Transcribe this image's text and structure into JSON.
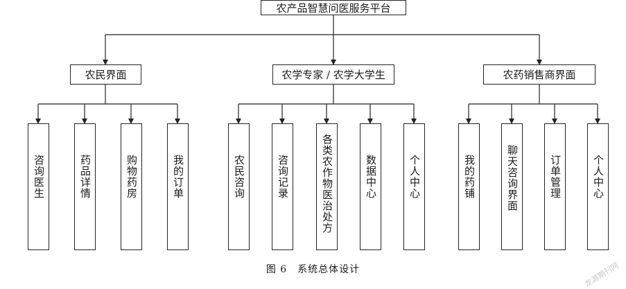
{
  "root": {
    "label": "农产品智慧问医服务平台"
  },
  "groups": [
    {
      "label": "农民界面",
      "children": [
        "咨询医生",
        "药品详情",
        "购物药房",
        "我的订单"
      ]
    },
    {
      "label": "农学专家 / 农学大学生",
      "children": [
        "农民咨询",
        "咨询记录",
        "各类农作物医治处方",
        "数据中心",
        "个人中心"
      ]
    },
    {
      "label": "农药销售商界面",
      "children": [
        "我的药铺",
        "聊天咨询界面",
        "订单管理",
        "个人中心"
      ]
    }
  ],
  "caption": "图 6　系统总体设计",
  "watermark": "龙源期刊网"
}
